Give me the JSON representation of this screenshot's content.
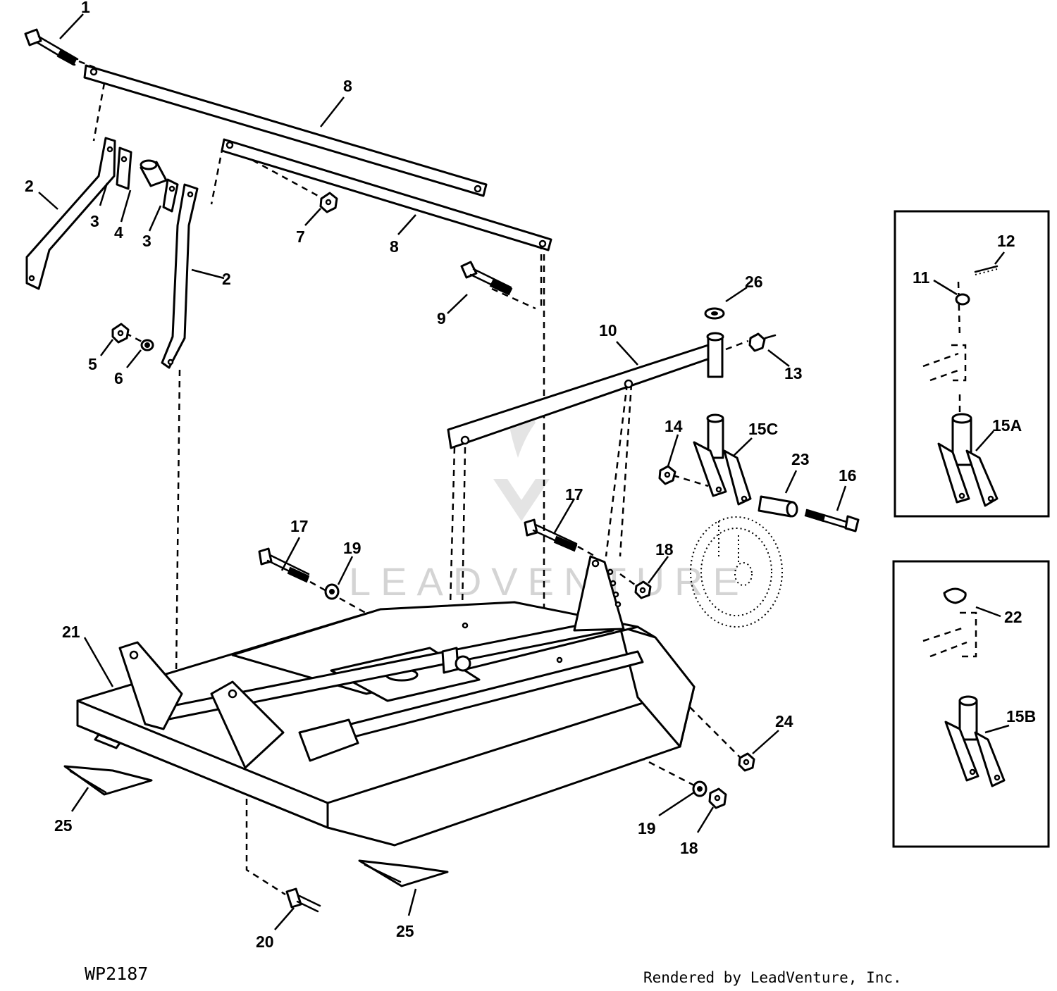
{
  "diagram": {
    "drawing_number": "WP2187",
    "credit": "Rendered by LeadVenture, Inc.",
    "watermark": "LEADVENTURE",
    "callouts": [
      {
        "key": "c1",
        "label": "1"
      },
      {
        "key": "c2a",
        "label": "2"
      },
      {
        "key": "c2b",
        "label": "2"
      },
      {
        "key": "c3a",
        "label": "3"
      },
      {
        "key": "c3b",
        "label": "3"
      },
      {
        "key": "c4",
        "label": "4"
      },
      {
        "key": "c5",
        "label": "5"
      },
      {
        "key": "c6",
        "label": "6"
      },
      {
        "key": "c7",
        "label": "7"
      },
      {
        "key": "c8a",
        "label": "8"
      },
      {
        "key": "c8b",
        "label": "8"
      },
      {
        "key": "c9",
        "label": "9"
      },
      {
        "key": "c10",
        "label": "10"
      },
      {
        "key": "c11",
        "label": "11"
      },
      {
        "key": "c12",
        "label": "12"
      },
      {
        "key": "c13",
        "label": "13"
      },
      {
        "key": "c14",
        "label": "14"
      },
      {
        "key": "c15A",
        "label": "15A"
      },
      {
        "key": "c15B",
        "label": "15B"
      },
      {
        "key": "c15C",
        "label": "15C"
      },
      {
        "key": "c16",
        "label": "16"
      },
      {
        "key": "c17a",
        "label": "17"
      },
      {
        "key": "c17b",
        "label": "17"
      },
      {
        "key": "c18a",
        "label": "18"
      },
      {
        "key": "c18b",
        "label": "18"
      },
      {
        "key": "c19a",
        "label": "19"
      },
      {
        "key": "c19b",
        "label": "19"
      },
      {
        "key": "c20",
        "label": "20"
      },
      {
        "key": "c21",
        "label": "21"
      },
      {
        "key": "c22",
        "label": "22"
      },
      {
        "key": "c23",
        "label": "23"
      },
      {
        "key": "c24",
        "label": "24"
      },
      {
        "key": "c25a",
        "label": "25"
      },
      {
        "key": "c25b",
        "label": "25"
      },
      {
        "key": "c26",
        "label": "26"
      }
    ]
  }
}
